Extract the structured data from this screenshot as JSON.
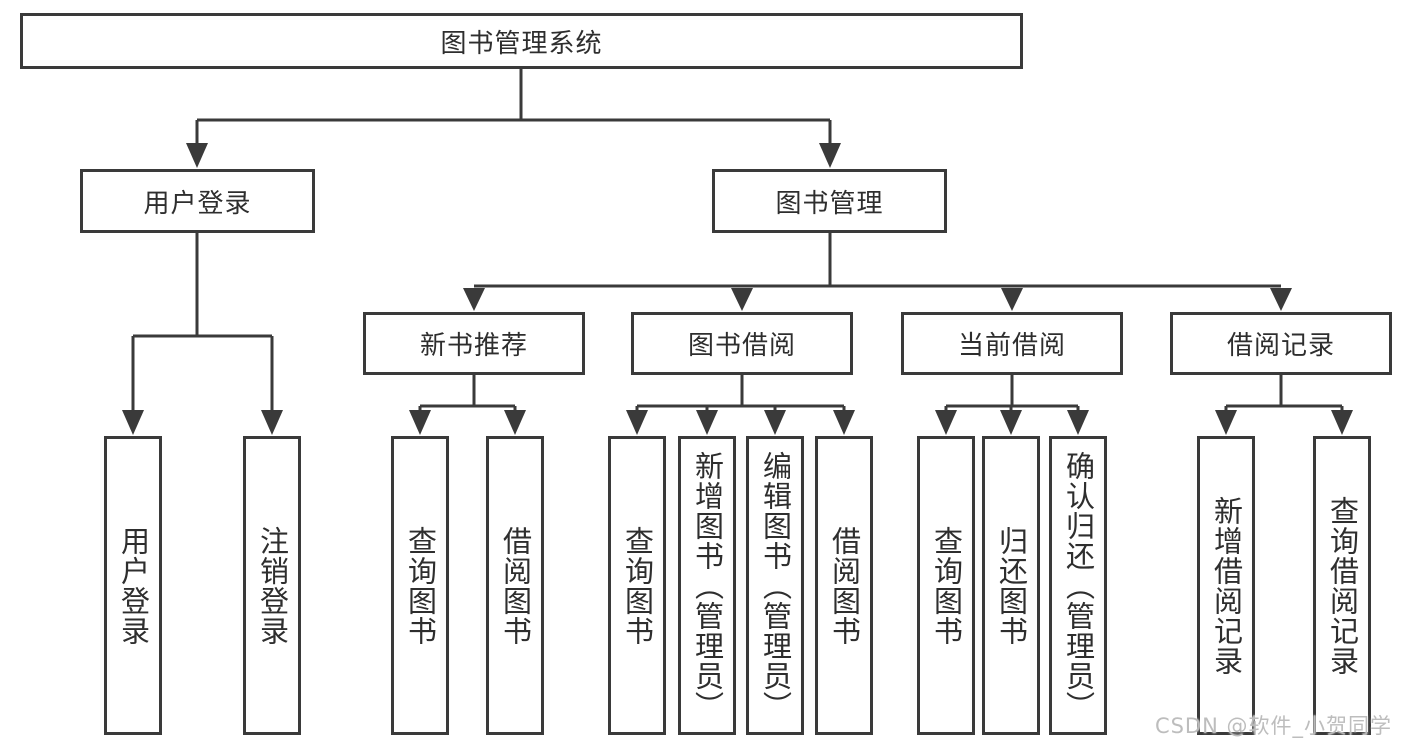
{
  "diagram": {
    "root": "图书管理系统",
    "branches": [
      {
        "label": "用户登录",
        "children": [
          "用户登录",
          "注销登录"
        ]
      },
      {
        "label": "图书管理",
        "groups": [
          {
            "label": "新书推荐",
            "children": [
              "查询图书",
              "借阅图书"
            ]
          },
          {
            "label": "图书借阅",
            "children": [
              "查询图书",
              "新增图书（管理员）",
              "编辑图书（管理员）",
              "借阅图书"
            ]
          },
          {
            "label": "当前借阅",
            "children": [
              "查询图书",
              "归还图书",
              "确认归还（管理员）"
            ]
          },
          {
            "label": "借阅记录",
            "children": [
              "新增借阅记录",
              "查询借阅记录"
            ]
          }
        ]
      }
    ]
  },
  "watermark": "CSDN @软件_小贺同学",
  "colors": {
    "line": "#3a3a3a",
    "box_border": "#3a3a3a",
    "text": "#2e2e2e",
    "background": "#ffffff",
    "watermark": "#b9b9b9"
  }
}
